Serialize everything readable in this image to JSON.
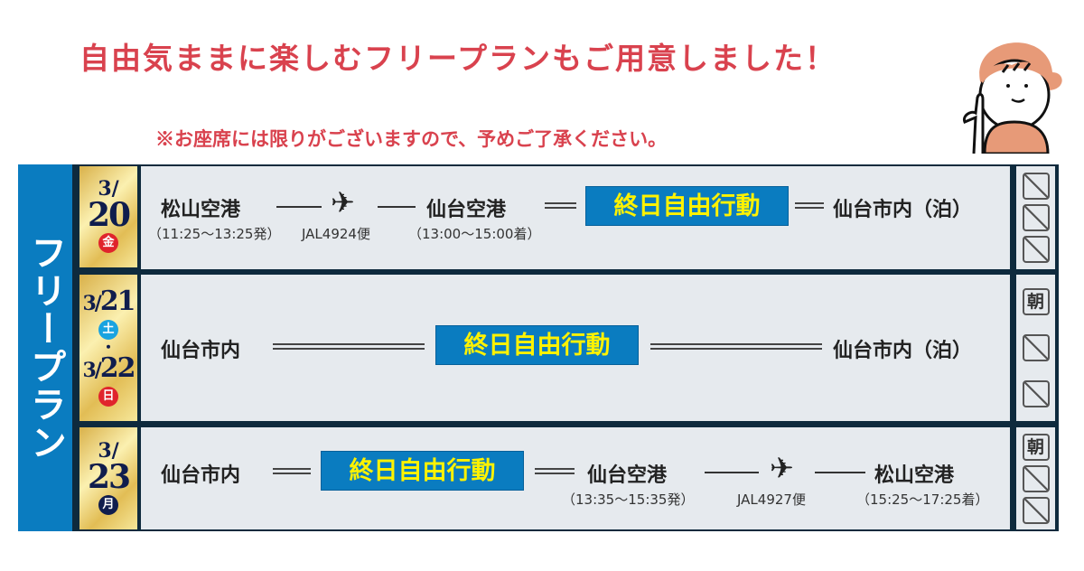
{
  "header": {
    "title": "自由気ままに楽しむフリープランもご用意しました！",
    "note": "※お座席には限りがございますので、予めご了承ください。"
  },
  "plan_label": "フリープラン",
  "days": [
    {
      "month": "3/",
      "day": "20",
      "dow": "金",
      "dow_color": "#e0242c",
      "meals": [
        "／",
        "／",
        "／"
      ],
      "from": "松山空港",
      "dep_time": "（11:25〜13:25発）",
      "flight": "JAL4924便",
      "to": "仙台空港",
      "arr_time": "（13:00〜15:00着）",
      "activity": "終日自由行動",
      "stay": "仙台市内（泊）"
    },
    {
      "month": "3/",
      "day": "21",
      "dow": "土",
      "dow_color": "#1aa3e0",
      "dot": "・",
      "month2": "3/",
      "day2": "22",
      "dow2": "日",
      "dow2_color": "#e0242c",
      "meals": [
        "朝",
        "／",
        "／"
      ],
      "from": "仙台市内",
      "activity": "終日自由行動",
      "stay": "仙台市内（泊）"
    },
    {
      "month": "3/",
      "day": "23",
      "dow": "月",
      "dow_color": "#101d4d",
      "meals": [
        "朝",
        "／",
        "／"
      ],
      "from": "仙台市内",
      "activity": "終日自由行動",
      "to": "仙台空港",
      "dep_time": "（13:35〜15:35発）",
      "flight": "JAL4927便",
      "dest": "松山空港",
      "arr_time": "（15:25〜17:25着）"
    }
  ],
  "colors": {
    "accent_red": "#d9424e",
    "blue": "#0a7cc0",
    "badge_text": "#fff200"
  }
}
